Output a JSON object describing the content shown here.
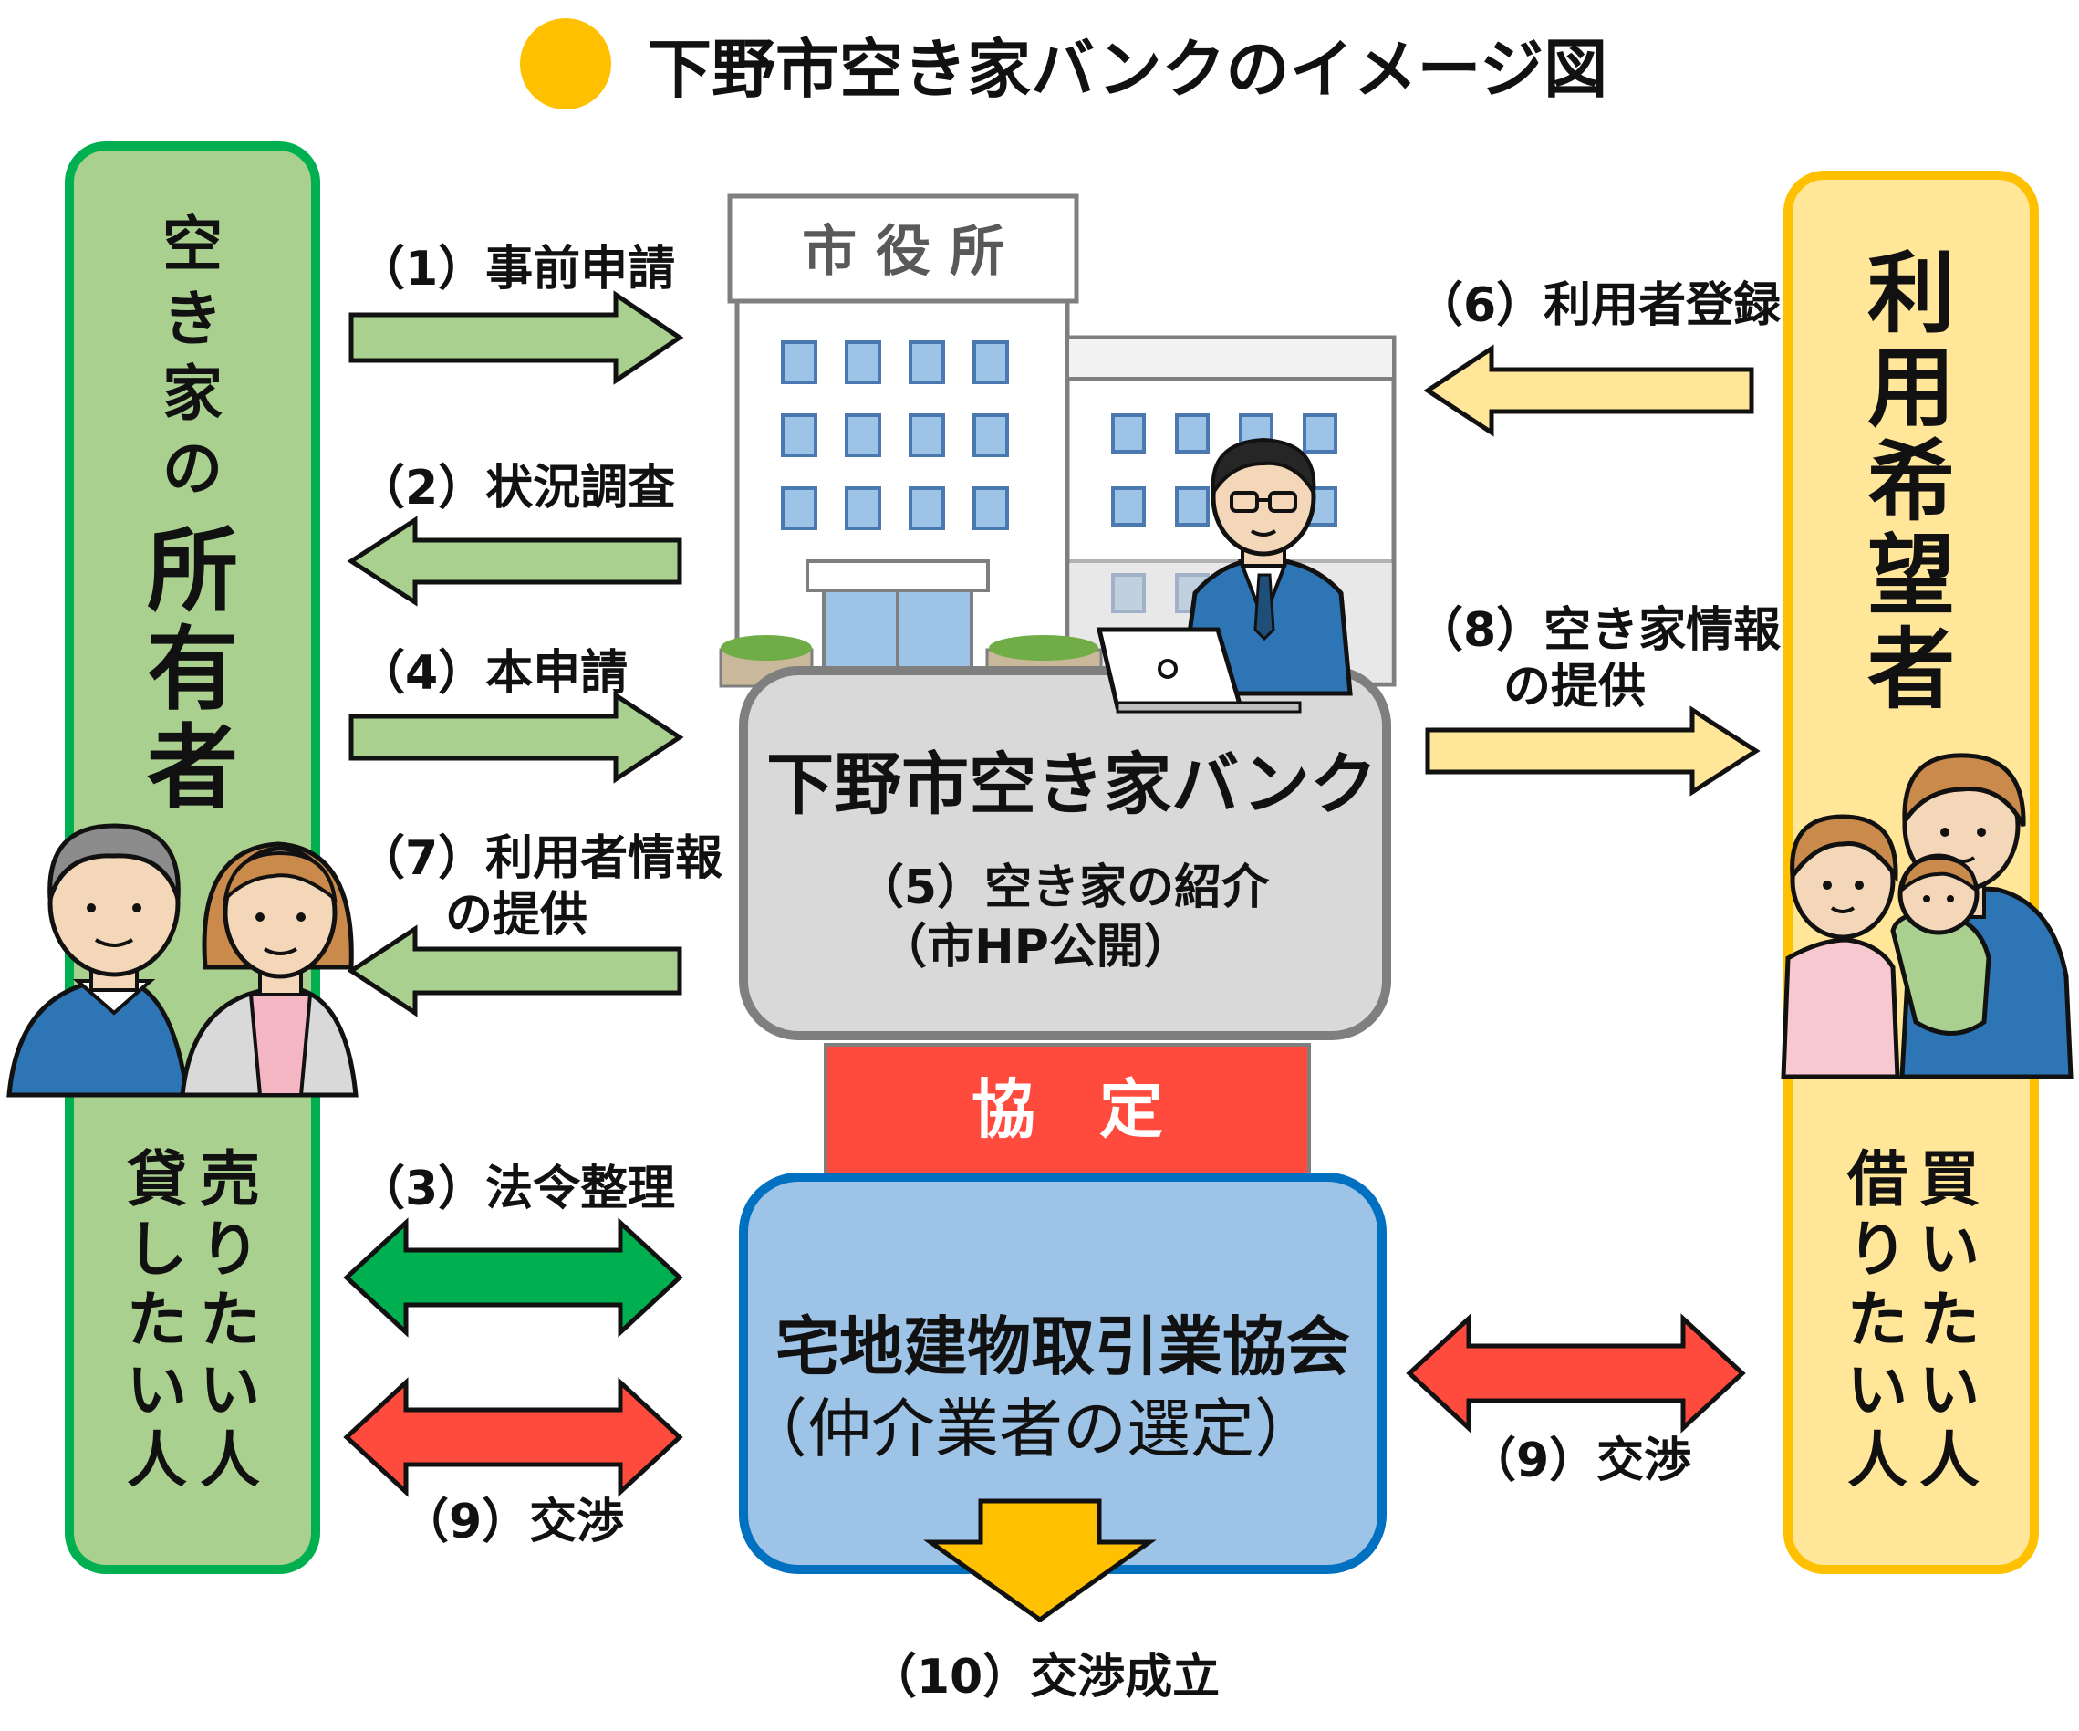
{
  "title": "下野市空き家バンクのイメージ図",
  "colors": {
    "green_fill": "#a9d08e",
    "green_border": "#00b050",
    "dark_green": "#00b050",
    "yellow_fill": "#ffe699",
    "yellow_border": "#ffc000",
    "title_dot": "#ffc000",
    "red": "#ff4b3e",
    "blue_fill": "#9dc3e6",
    "blue_border": "#0070c0",
    "gray_fill": "#d9d9d9",
    "gray_border": "#7f7f7f",
    "orange_arrow": "#ffc000"
  },
  "owner": {
    "title_small": [
      "空",
      "き",
      "家",
      "の"
    ],
    "title_large": [
      "所",
      "有",
      "者"
    ],
    "col_right": [
      "売",
      "り",
      "た",
      "い",
      "人"
    ],
    "col_left": [
      "貸",
      "し",
      "た",
      "い",
      "人"
    ]
  },
  "user": {
    "title": [
      "利",
      "用",
      "希",
      "望",
      "者"
    ],
    "col_right": [
      "買",
      "い",
      "た",
      "い",
      "人"
    ],
    "col_left": [
      "借",
      "り",
      "た",
      "い",
      "人"
    ]
  },
  "city_hall_sign": "市 役 所",
  "bank": {
    "name": "下野市空き家バンク",
    "step5_line1": "（5）空き家の紹介",
    "step5_line2": "（市HP公開）"
  },
  "agreement": "協　定",
  "association": {
    "name": "宅地建物取引業協会",
    "sub": "（仲介業者の選定）"
  },
  "steps": {
    "s1": "（1）事前申請",
    "s2": "（2）状況調査",
    "s3": "（3）法令整理",
    "s4": "（4）本申請",
    "s6": "（6）利用者登録",
    "s7_line1": "（7）利用者情報",
    "s7_line2": "の提供",
    "s8_line1": "（8）空き家情報",
    "s8_line2": "の提供",
    "s9_left": "（9）交渉",
    "s9_right": "（9）交渉",
    "s10": "（10）交渉成立"
  }
}
